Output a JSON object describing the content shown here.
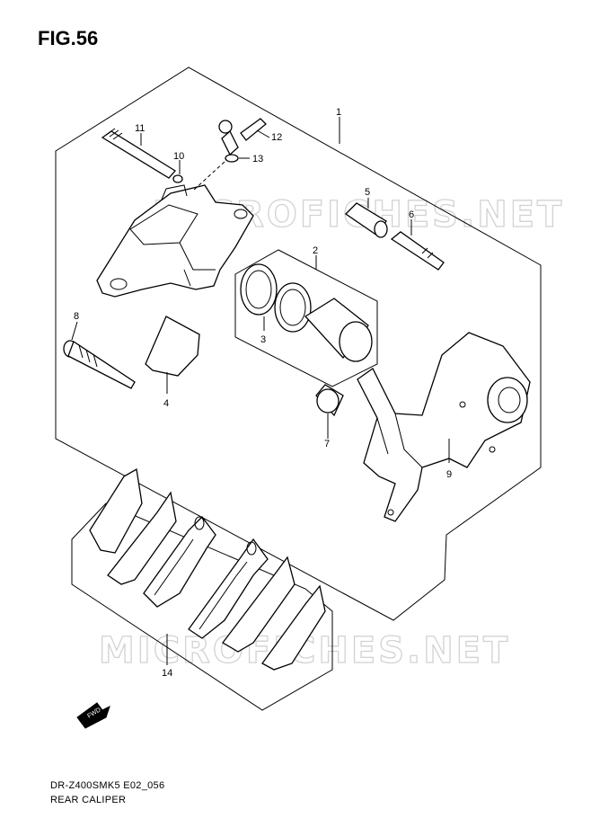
{
  "figure": {
    "title": "FIG.56"
  },
  "watermark": {
    "text": "MICROFICHES.NET"
  },
  "callouts": {
    "c1": "1",
    "c2": "2",
    "c3": "3",
    "c4": "4",
    "c5": "5",
    "c6": "6",
    "c7": "7",
    "c8": "8",
    "c9": "9",
    "c10": "10",
    "c11": "11",
    "c12": "12",
    "c13": "13",
    "c14": "14"
  },
  "fwd_marker": {
    "label": "FWD"
  },
  "footer": {
    "model_code": "DR-Z400SMK5 E02_056",
    "section_name": "REAR CALIPER"
  },
  "colors": {
    "line": "#000000",
    "watermark": "#d2d2d2",
    "background": "#ffffff"
  }
}
